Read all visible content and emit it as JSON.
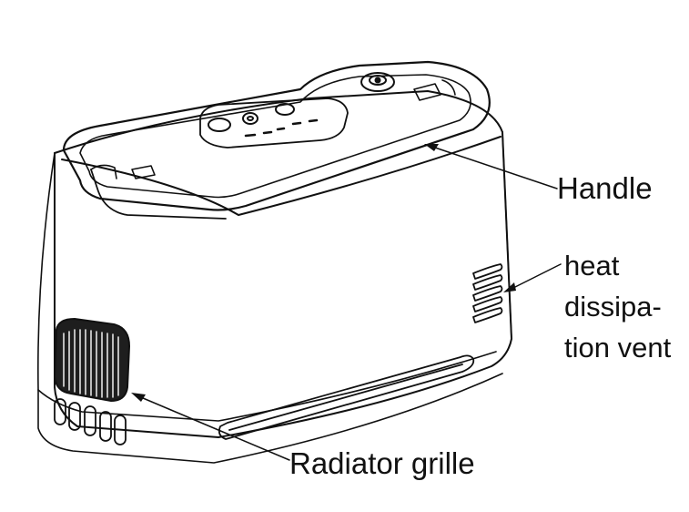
{
  "labels": {
    "handle": "Handle",
    "vent_line1": "heat",
    "vent_line2": "dissipa-",
    "vent_line3": "tion vent",
    "grille": "Radiator grille"
  },
  "colors": {
    "line": "#111111",
    "background": "#ffffff",
    "grille_fill": "#1e1e1e"
  }
}
